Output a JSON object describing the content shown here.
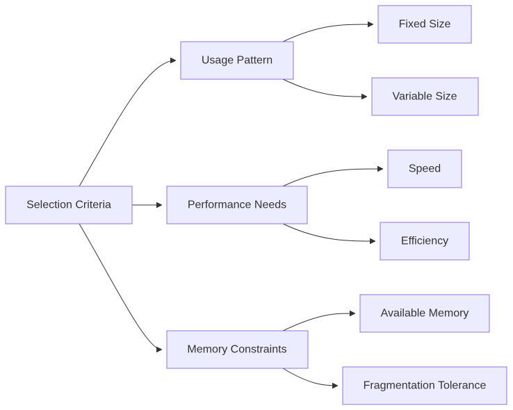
{
  "diagram": {
    "type": "flowchart-left-right",
    "colors": {
      "node_fill": "#ececff",
      "node_stroke": "#9370db",
      "edge": "#333333",
      "text": "#333333"
    },
    "nodes": [
      {
        "id": "selection_criteria",
        "label": "Selection Criteria"
      },
      {
        "id": "usage_pattern",
        "label": "Usage Pattern"
      },
      {
        "id": "performance_needs",
        "label": "Performance Needs"
      },
      {
        "id": "memory_constraints",
        "label": "Memory Constraints"
      },
      {
        "id": "fixed_size",
        "label": "Fixed Size"
      },
      {
        "id": "variable_size",
        "label": "Variable Size"
      },
      {
        "id": "speed",
        "label": "Speed"
      },
      {
        "id": "efficiency",
        "label": "Efficiency"
      },
      {
        "id": "available_memory",
        "label": "Available Memory"
      },
      {
        "id": "fragmentation_tolerance",
        "label": "Fragmentation Tolerance"
      }
    ],
    "edges": [
      {
        "from": "selection_criteria",
        "to": "usage_pattern"
      },
      {
        "from": "selection_criteria",
        "to": "performance_needs"
      },
      {
        "from": "selection_criteria",
        "to": "memory_constraints"
      },
      {
        "from": "usage_pattern",
        "to": "fixed_size"
      },
      {
        "from": "usage_pattern",
        "to": "variable_size"
      },
      {
        "from": "performance_needs",
        "to": "speed"
      },
      {
        "from": "performance_needs",
        "to": "efficiency"
      },
      {
        "from": "memory_constraints",
        "to": "available_memory"
      },
      {
        "from": "memory_constraints",
        "to": "fragmentation_tolerance"
      }
    ]
  }
}
